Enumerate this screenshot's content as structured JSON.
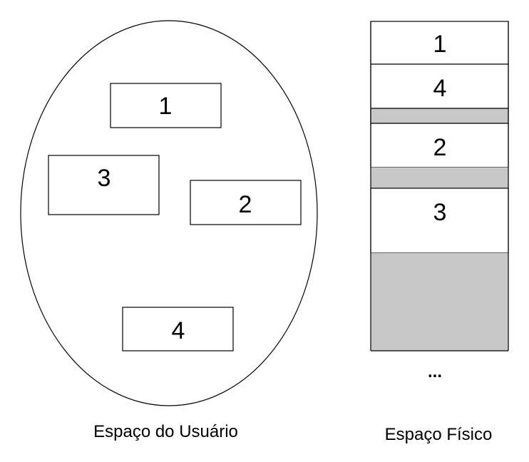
{
  "user_space": {
    "caption": "Espaço do Usuário",
    "pages": [
      {
        "id": "user-page-1",
        "label": "1"
      },
      {
        "id": "user-page-3",
        "label": "3"
      },
      {
        "id": "user-page-2",
        "label": "2"
      },
      {
        "id": "user-page-4",
        "label": "4"
      }
    ]
  },
  "physical_space": {
    "caption": "Espaço Físico",
    "frames": [
      {
        "label": "1",
        "state": "used"
      },
      {
        "label": "4",
        "state": "used"
      },
      {
        "label": "",
        "state": "free"
      },
      {
        "label": "2",
        "state": "used"
      },
      {
        "label": "",
        "state": "free"
      },
      {
        "label": "3",
        "state": "used"
      },
      {
        "label": "",
        "state": "free"
      }
    ],
    "continuation": "..."
  },
  "colors": {
    "free": "#c8c8c8",
    "used": "#ffffff",
    "stroke": "#000000"
  }
}
